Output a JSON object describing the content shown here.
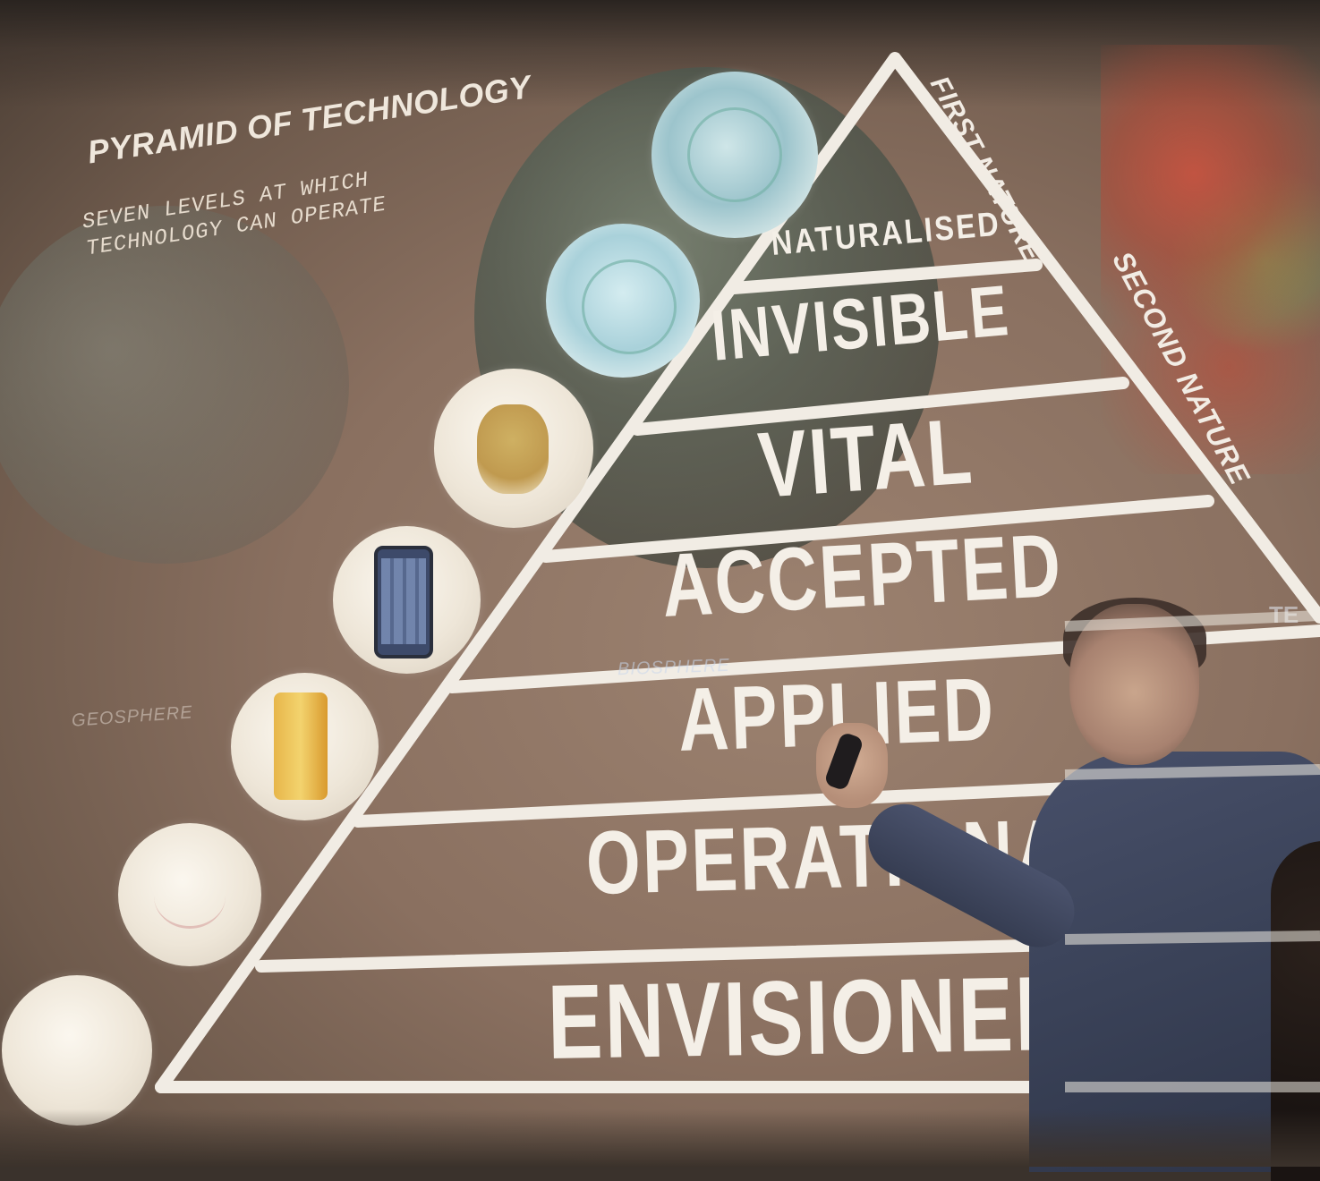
{
  "slide": {
    "title": "PYRAMID OF TECHNOLOGY",
    "subtitle_line1": "SEVEN LEVELS AT WHICH",
    "subtitle_line2": "TECHNOLOGY CAN OPERATE",
    "first_nature": "FIRST NATURE",
    "second_nature": "SECOND NATURE",
    "tech_partial": "TE",
    "geosphere": "GEOSPHERE",
    "biosphere": "BIOSPHERE",
    "levels": [
      "NATURALISED",
      "INVISIBLE",
      "VITAL",
      "ACCEPTED",
      "APPLIED",
      "OPERATIONAL",
      "ENVISIONED"
    ]
  },
  "colors": {
    "screen": "#8a7060",
    "text": "#f4efe7",
    "lines": "#f1ece4"
  }
}
